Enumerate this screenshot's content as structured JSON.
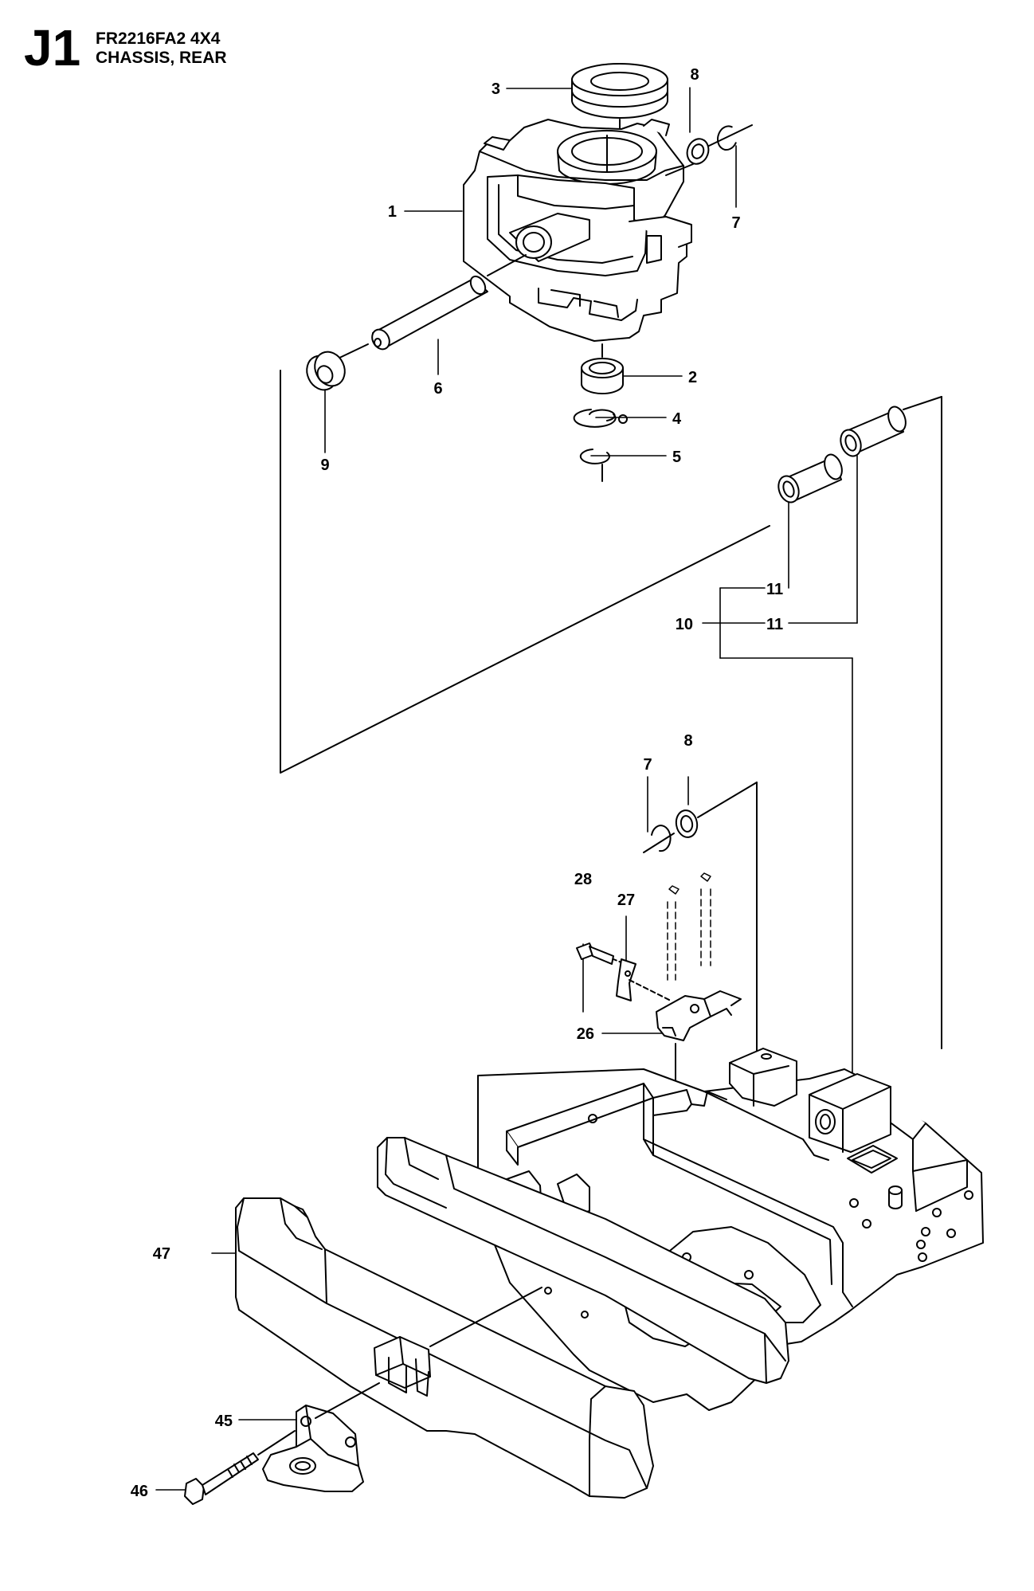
{
  "header": {
    "section_code": "J1",
    "model": "FR2216FA2 4X4",
    "title": "CHASSIS, REAR"
  },
  "callouts": [
    {
      "id": "c1",
      "label": "1"
    },
    {
      "id": "c2",
      "label": "2"
    },
    {
      "id": "c3",
      "label": "3"
    },
    {
      "id": "c4",
      "label": "4"
    },
    {
      "id": "c5",
      "label": "5"
    },
    {
      "id": "c6",
      "label": "6"
    },
    {
      "id": "c7a",
      "label": "7"
    },
    {
      "id": "c7b",
      "label": "7"
    },
    {
      "id": "c8a",
      "label": "8"
    },
    {
      "id": "c8b",
      "label": "8"
    },
    {
      "id": "c9",
      "label": "9"
    },
    {
      "id": "c10",
      "label": "10"
    },
    {
      "id": "c11a",
      "label": "11"
    },
    {
      "id": "c11b",
      "label": "11"
    },
    {
      "id": "c26",
      "label": "26"
    },
    {
      "id": "c27",
      "label": "27"
    },
    {
      "id": "c28",
      "label": "28"
    },
    {
      "id": "c45",
      "label": "45"
    },
    {
      "id": "c46",
      "label": "46"
    },
    {
      "id": "c47",
      "label": "47"
    }
  ],
  "colors": {
    "line": "#000000",
    "fill": "#ffffff",
    "shade": "#d9d9d9"
  }
}
